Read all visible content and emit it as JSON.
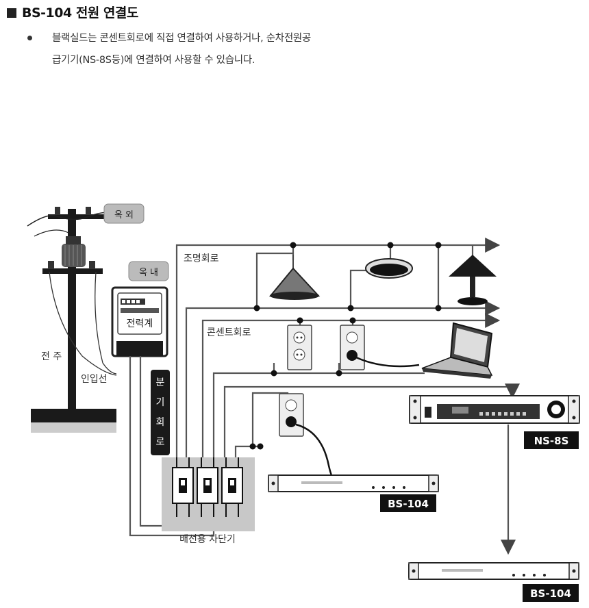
{
  "header": {
    "title": "BS-104 전원 연결도",
    "description_line1": "블랙실드는 콘센트회로에 직접 연결하여 사용하거나, 순차전원공",
    "description_line2": "급기기(NS-8S등)에 연결하여 사용할 수 있습니다."
  },
  "diagram": {
    "outdoor_label": "옥 외",
    "indoor_label": "옥 내",
    "meter_label": "전력계",
    "pole_label": "전 주",
    "service_line_label": "인입선",
    "branch_circuit_label": [
      "분",
      "기",
      "회",
      "로"
    ],
    "lighting_circuit_label": "조명회로",
    "outlet_circuit_label": "콘센트회로",
    "breaker_label": "배선용 차단기",
    "ns8s_label": "NS-8S",
    "bs104_label_a": "BS-104",
    "bs104_label_b": "BS-104"
  }
}
